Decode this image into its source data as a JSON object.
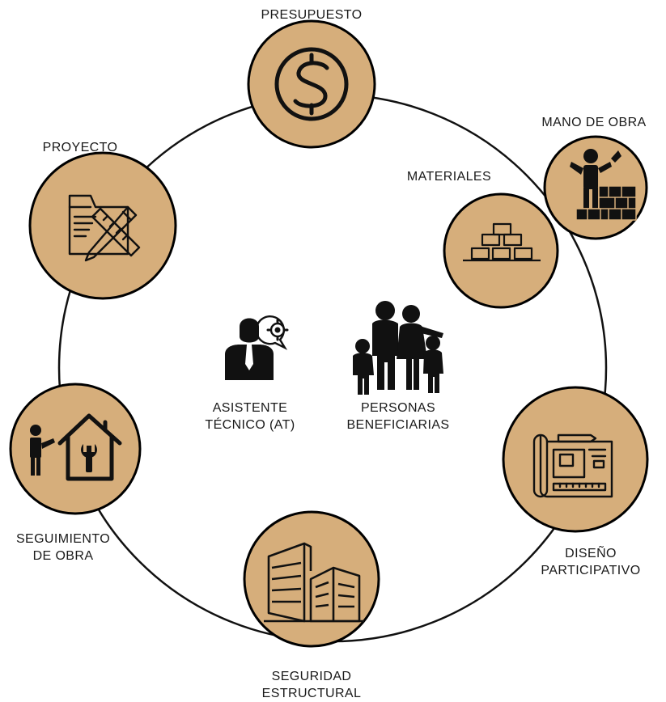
{
  "colors": {
    "node_fill": "#d6ae7b",
    "node_stroke": "#000000",
    "ring_stroke": "#111111",
    "icon_stroke": "#111111",
    "background": "#ffffff"
  },
  "nodes": {
    "presupuesto": {
      "label": "PRESUPUESTO",
      "icon": "dollar-coin-icon"
    },
    "mano_de_obra": {
      "label": "MANO DE OBRA",
      "icon": "bricklayer-icon"
    },
    "materiales": {
      "label": "MATERIALES",
      "icon": "brick-stack-icon"
    },
    "diseno": {
      "line1": "DISEÑO",
      "line2": "PARTICIPATIVO",
      "icon": "blueprint-icon"
    },
    "seguridad": {
      "line1": "SEGURIDAD",
      "line2": "ESTRUCTURAL",
      "icon": "buildings-icon"
    },
    "seguimiento": {
      "line1": "SEGUIMIENTO",
      "line2": "DE OBRA",
      "icon": "house-repair-icon"
    },
    "proyecto": {
      "label": "PROYECTO",
      "icon": "folder-tools-icon"
    }
  },
  "center": {
    "asistente": {
      "line1": "ASISTENTE",
      "line2": "TÉCNICO (AT)",
      "icon": "technician-gear-icon"
    },
    "personas": {
      "line1": "PERSONAS",
      "line2": "BENEFICIARIAS",
      "icon": "family-icon"
    }
  }
}
